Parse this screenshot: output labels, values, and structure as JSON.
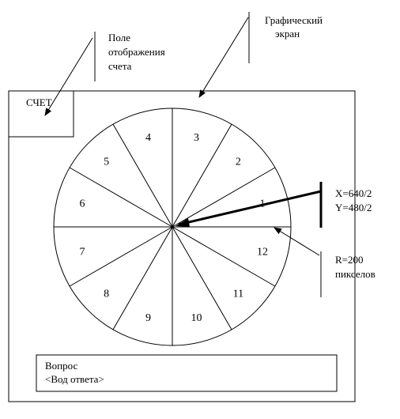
{
  "screen_label": [
    "Графический",
    "экран"
  ],
  "score_field_label": [
    "Поле",
    "отображения",
    "счета"
  ],
  "score_box_text": "СЧЕТ",
  "sectors": [
    "1",
    "2",
    "3",
    "4",
    "5",
    "6",
    "7",
    "8",
    "9",
    "10",
    "11",
    "12"
  ],
  "center_label": [
    "X=640/2",
    "Y=480/2"
  ],
  "radius_label": [
    "R=200",
    "пикселов"
  ],
  "question_box": {
    "title": "Вопрос",
    "prompt": "<Вод ответа>"
  }
}
